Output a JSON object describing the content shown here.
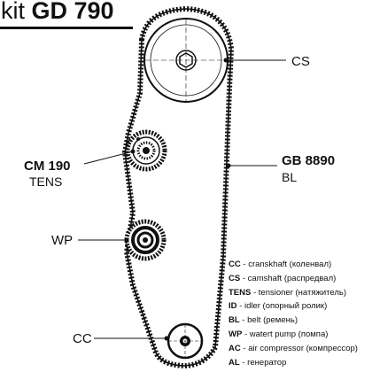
{
  "title": {
    "kit": "kit",
    "code": "GD 790"
  },
  "labels": {
    "cs": "CS",
    "cm_code": "CM 190",
    "cm_type": "TENS",
    "gb_code": "GB 8890",
    "gb_type": "BL",
    "wp": "WP",
    "cc": "CC"
  },
  "legend": [
    {
      "abbr": "CC",
      "desc": "cranskhaft (коленвал)"
    },
    {
      "abbr": "CS",
      "desc": "camshaft (распредвал)"
    },
    {
      "abbr": "TENS",
      "desc": "tensioner (натяжитель)"
    },
    {
      "abbr": "ID",
      "desc": "idler (опорный ролик)"
    },
    {
      "abbr": "BL",
      "desc": "belt (ремень)"
    },
    {
      "abbr": "WP",
      "desc": "watert pump (помпа)"
    },
    {
      "abbr": "AC",
      "desc": "air compressor (компрессор)"
    },
    {
      "abbr": "AL",
      "desc": "генератор"
    }
  ],
  "colors": {
    "ink": "#111111",
    "background": "#ffffff"
  }
}
